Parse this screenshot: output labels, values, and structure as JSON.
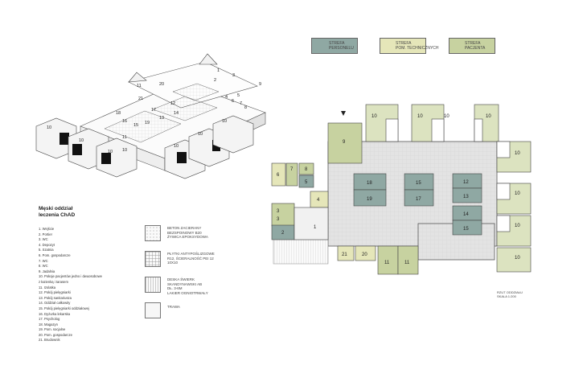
{
  "zones": [
    {
      "label_1": "STREFA",
      "label_2": "PERSONELU",
      "color": "#8fa8a3"
    },
    {
      "label_1": "STREFA",
      "label_2": "POM. TECHNICZNYCH",
      "color": "#e5e6b9"
    },
    {
      "label_1": "STREFA",
      "label_2": "PACJENTA",
      "color": "#c7d2a0"
    }
  ],
  "title_line_1": "Męski oddział",
  "title_line_2": "leczenia ChAD",
  "rooms": [
    "1. Wejście",
    "2. Portier",
    "3. WC",
    "4. Depozyt",
    "5. Szatnia",
    "6. Pom. gospodarcze",
    "7. WC",
    "8. WC",
    "9. Jadalnia",
    "10. Pokoje pacjentów jedno i dwuosobowe",
    "z łazienką i tarasem",
    "11. Izolatka",
    "12. Pokój pielęgniarki",
    "13. Pokój sanitariusza",
    "14. Oddział całkowity",
    "15. Pokój pielęgniarki oddziałowej",
    "16. Dyżurka lekarska",
    "17. Psycholog",
    "18. Magazyn",
    "19. Pom. socjalne",
    "20. Pom. gospodarcze",
    "21. Brudownik"
  ],
  "materials": [
    {
      "line_1": "BETON ZACIERANY",
      "line_2": "BEZSPOINOWY B20",
      "line_3": "ŻYWICA EPOKSYDOWA"
    },
    {
      "line_1": "PŁYTKI ANTYPOŚLIZGOWE",
      "line_2": "R12, ŚCIERALNOŚĆ PEI 12",
      "line_3": "10X10"
    },
    {
      "line_1": "DESKA ŚWIERK",
      "line_2": "SKANDYNAWSKI AB",
      "line_3": "DŁ. 3-6M",
      "line_4": "LAKIER OGNIOTRWAŁY"
    },
    {
      "line_1": "TRAWA"
    }
  ],
  "caption_line_1": "RZUT ODDZIAŁU",
  "caption_line_2": "SKALA 1:200",
  "plan_rooms": [
    {
      "num": "10"
    },
    {
      "num": "10"
    },
    {
      "num": "10"
    },
    {
      "num": "10"
    },
    {
      "num": "10"
    },
    {
      "num": "10"
    },
    {
      "num": "10"
    },
    {
      "num": "10"
    },
    {
      "num": "9"
    },
    {
      "num": "6"
    },
    {
      "num": "7"
    },
    {
      "num": "8"
    },
    {
      "num": "5"
    },
    {
      "num": "4"
    },
    {
      "num": "3"
    },
    {
      "num": "3"
    },
    {
      "num": "2"
    },
    {
      "num": "1"
    },
    {
      "num": "18"
    },
    {
      "num": "19"
    },
    {
      "num": "15"
    },
    {
      "num": "17"
    },
    {
      "num": "12"
    },
    {
      "num": "13"
    },
    {
      "num": "14"
    },
    {
      "num": "15"
    },
    {
      "num": "21"
    },
    {
      "num": "20"
    },
    {
      "num": "11"
    },
    {
      "num": "11"
    }
  ],
  "axo_labels": [
    "11",
    "20",
    "21",
    "1",
    "2",
    "3",
    "4",
    "5",
    "6",
    "7",
    "8",
    "9",
    "10",
    "10",
    "10",
    "10",
    "10",
    "10",
    "10",
    "18",
    "16",
    "15",
    "17",
    "14",
    "13",
    "12",
    "19",
    "11"
  ]
}
